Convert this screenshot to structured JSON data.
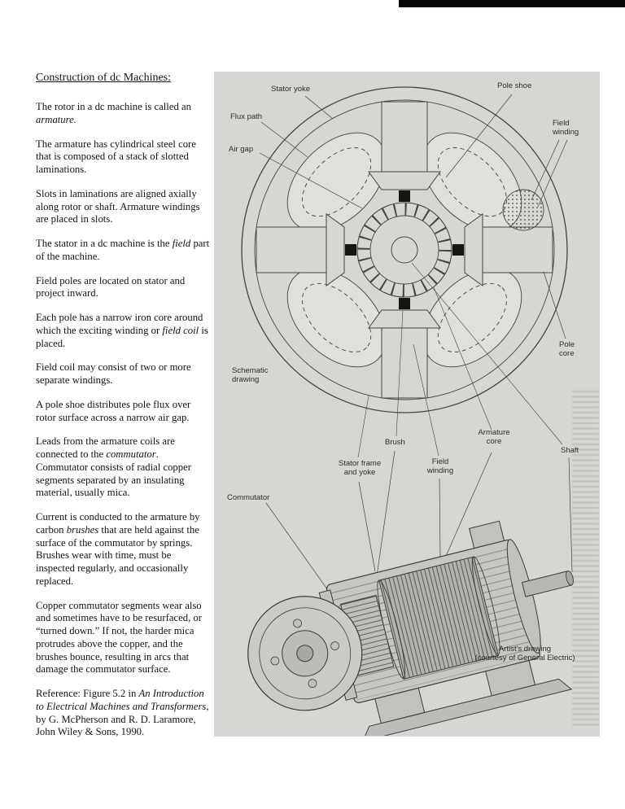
{
  "page": {
    "heading": "Construction of dc Machines:",
    "paragraphs": [
      {
        "runs": [
          {
            "t": "The rotor in a dc machine is called an "
          },
          {
            "t": "armature.",
            "i": true
          }
        ]
      },
      {
        "runs": [
          {
            "t": "The armature has cylindrical steel core that is composed of a stack of slotted laminations."
          }
        ]
      },
      {
        "runs": [
          {
            "t": "Slots in laminations are aligned axially along rotor or shaft.  Armature windings are placed in slots."
          }
        ]
      },
      {
        "runs": [
          {
            "t": "The stator in a dc machine is the "
          },
          {
            "t": "field",
            "i": true
          },
          {
            "t": " part of the machine."
          }
        ]
      },
      {
        "runs": [
          {
            "t": "Field poles are located on stator and project inward."
          }
        ]
      },
      {
        "runs": [
          {
            "t": "Each pole has a narrow iron core around which the exciting winding or "
          },
          {
            "t": "field coil",
            "i": true
          },
          {
            "t": " is placed."
          }
        ]
      },
      {
        "runs": [
          {
            "t": "Field coil may consist of two or more separate windings."
          }
        ]
      },
      {
        "runs": [
          {
            "t": "A pole shoe distributes pole flux over rotor surface across a narrow air gap."
          }
        ]
      },
      {
        "runs": [
          {
            "t": "Leads from the armature coils are connected to the "
          },
          {
            "t": "commutator",
            "i": true
          },
          {
            "t": ". Commutator consists of radial copper segments separated by an insulating material, usually mica."
          }
        ]
      },
      {
        "runs": [
          {
            "t": "Current is conducted to the armature by carbon "
          },
          {
            "t": "brushes",
            "i": true
          },
          {
            "t": " that are held against the surface of the commutator by springs. Brushes wear with time, must be inspected regularly, and occasionally replaced."
          }
        ]
      },
      {
        "runs": [
          {
            "t": "Copper commutator segments wear also and sometimes have to be resurfaced, or “turned down.”  If not, the harder mica protrudes above the copper, and the brushes bounce, resulting in arcs that damage the commutator surface."
          }
        ]
      },
      {
        "runs": [
          {
            "t": "Reference: Figure 5.2 in "
          },
          {
            "t": "An Introduction to Electrical Machines and Transformers",
            "i": true
          },
          {
            "t": ", by G. McPherson and R. D. Laramore, John Wiley & Sons, 1990."
          }
        ]
      }
    ]
  },
  "figure": {
    "schematic": {
      "labels": {
        "stator_yoke": "Stator yoke",
        "pole_shoe": "Pole shoe",
        "flux_path": "Flux path",
        "field_winding": "Field\nwinding",
        "air_gap": "Air gap",
        "pole_core": "Pole\ncore",
        "caption": "Schematic\ndrawing"
      }
    },
    "artist": {
      "labels": {
        "brush": "Brush",
        "armature_core": "Armature\ncore",
        "shaft": "Shaft",
        "stator_frame": "Stator frame\nand yoke",
        "field_winding": "Field\nwinding",
        "commutator": "Commutator",
        "caption": "Artist's drawing\n(courtesy of General Electric)"
      }
    }
  }
}
